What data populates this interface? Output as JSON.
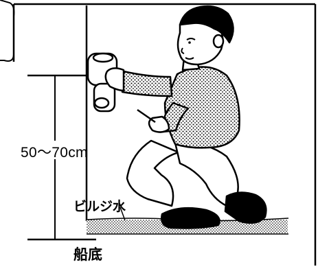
{
  "labels": {
    "height_range": "50〜70cm",
    "bilge_water": "ビルジ水",
    "hull_bottom": "船底"
  },
  "colors": {
    "ink": "#000000",
    "paper": "#ffffff",
    "dot_fill": "#000000"
  }
}
